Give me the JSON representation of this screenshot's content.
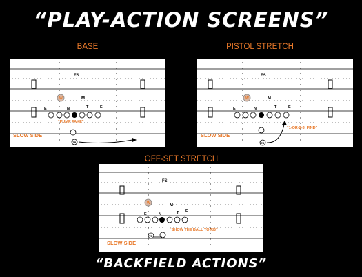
{
  "header": {
    "title": "“PLAY-ACTION SCREENS”"
  },
  "footer": {
    "title": "“BACKFIELD ACTIONS”"
  },
  "colors": {
    "accent": "#e8792a",
    "background": "#000000",
    "field": "#ffffff"
  },
  "diagrams": [
    {
      "title": "BASE",
      "fs": "FS",
      "m": "M",
      "w": "W",
      "e": "E",
      "n": "N",
      "t": "T",
      "te": "E",
      "rb": "TB",
      "side": "SLOW SIDE",
      "note": "“PUMP FAKE”"
    },
    {
      "title": "PISTOL STRETCH",
      "fs": "FS",
      "m": "M",
      "w": "W",
      "e": "E",
      "n": "N",
      "t": "T",
      "te": "E",
      "rb": "TB",
      "side": "SLOW SIDE",
      "note": "“1-OR-2-3, FIND”"
    },
    {
      "title": "OFF-SET STRETCH",
      "fs": "FS",
      "m": "M",
      "w": "W",
      "e": "E",
      "n": "N",
      "t": "T",
      "te": "E",
      "rb": "TB",
      "side": "SLOW SIDE",
      "note": "“SHOW THE BALL TO RB”"
    }
  ]
}
